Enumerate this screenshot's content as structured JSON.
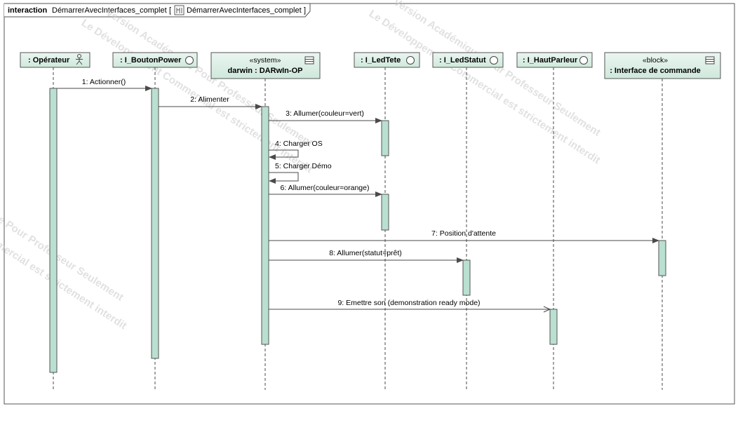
{
  "frame": {
    "keyword": "interaction",
    "name": "DémarrerAvecInterfaces_complet",
    "reference": "DémarrerAvecInterfaces_complet",
    "ref_open": "[",
    "ref_close": "]"
  },
  "lifelines": [
    {
      "id": "operateur",
      "stereotype": "",
      "name": ": Opérateur",
      "icon": "actor-icon"
    },
    {
      "id": "boutonpower",
      "stereotype": "",
      "name": ": I_BoutonPower",
      "icon": "interface-icon"
    },
    {
      "id": "darwin",
      "stereotype": "«system»",
      "name": "darwin : DARwIn-OP",
      "icon": "block-icon"
    },
    {
      "id": "ledtete",
      "stereotype": "",
      "name": ": I_LedTete",
      "icon": "interface-icon"
    },
    {
      "id": "ledstatut",
      "stereotype": "",
      "name": ": I_LedStatut",
      "icon": "interface-icon"
    },
    {
      "id": "hautparleur",
      "stereotype": "",
      "name": ": I_HautParleur",
      "icon": "interface-icon"
    },
    {
      "id": "interface",
      "stereotype": "«block»",
      "name": ": Interface de commande",
      "icon": "block-icon"
    }
  ],
  "messages": [
    {
      "from": "operateur",
      "to": "boutonpower",
      "label": "1: Actionner()"
    },
    {
      "from": "boutonpower",
      "to": "darwin",
      "label": "2: Alimenter"
    },
    {
      "from": "darwin",
      "to": "ledtete",
      "label": "3: Allumer(couleur=vert)"
    },
    {
      "from": "darwin",
      "to": "darwin",
      "label": "4: Charger OS"
    },
    {
      "from": "darwin",
      "to": "darwin",
      "label": "5: Charger Démo"
    },
    {
      "from": "darwin",
      "to": "ledtete",
      "label": "6: Allumer(couleur=orange)"
    },
    {
      "from": "darwin",
      "to": "interface",
      "label": "7: Position d'attente"
    },
    {
      "from": "darwin",
      "to": "ledstatut",
      "label": "8: Allumer(statut=prêt)"
    },
    {
      "from": "darwin",
      "to": "hautparleur",
      "label": "9: Emettre son (demonstration ready mode)"
    }
  ],
  "watermark": [
    "Version Académique Pour Professeur Seulement",
    "Le Développement Commercial est strictement interdit"
  ],
  "colors": {
    "head_fill": "#d9ede3",
    "activation_fill": "#b9e0d0",
    "line": "#4a4a4a"
  }
}
